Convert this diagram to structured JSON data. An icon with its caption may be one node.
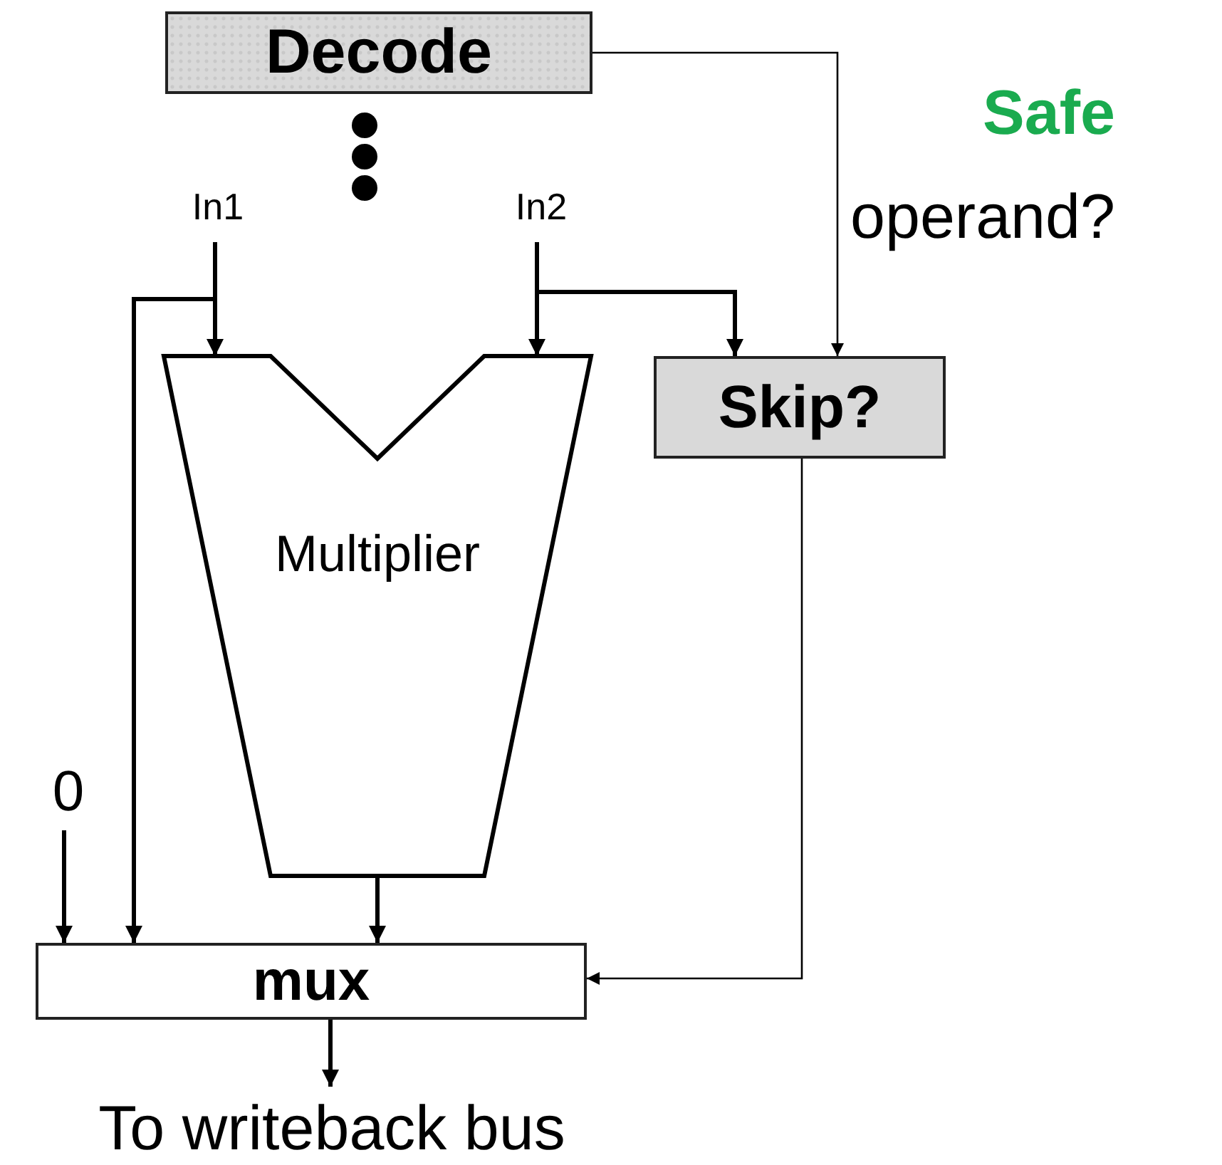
{
  "diagram": {
    "nodes": [
      {
        "text": [
          "Decode"
        ]
      },
      {
        "text": [
          "In1"
        ]
      },
      {
        "text": [
          "In2"
        ]
      },
      {
        "text": [
          "Multiplier"
        ]
      },
      {
        "text": [
          "Skip?"
        ]
      },
      {
        "text": [
          "0"
        ]
      },
      {
        "text": [
          "mux"
        ]
      },
      {
        "text": [
          "To writeback bus"
        ]
      }
    ],
    "edges": [
      {
        "from": 0,
        "to": 4,
        "arrow": "to"
      },
      {
        "from": 1,
        "to": 3,
        "arrow": "to"
      },
      {
        "from": 1,
        "to": 6,
        "arrow": "to"
      },
      {
        "from": 2,
        "to": 3,
        "arrow": "to"
      },
      {
        "from": 2,
        "to": 4,
        "arrow": "to"
      },
      {
        "from": 5,
        "to": 6,
        "arrow": "to"
      },
      {
        "from": 3,
        "to": 6,
        "arrow": "to"
      },
      {
        "from": 4,
        "to": 6,
        "arrow": "to"
      },
      {
        "from": 6,
        "to": 7,
        "arrow": "to"
      }
    ],
    "labels": [
      "Safe",
      "operand?"
    ]
  }
}
